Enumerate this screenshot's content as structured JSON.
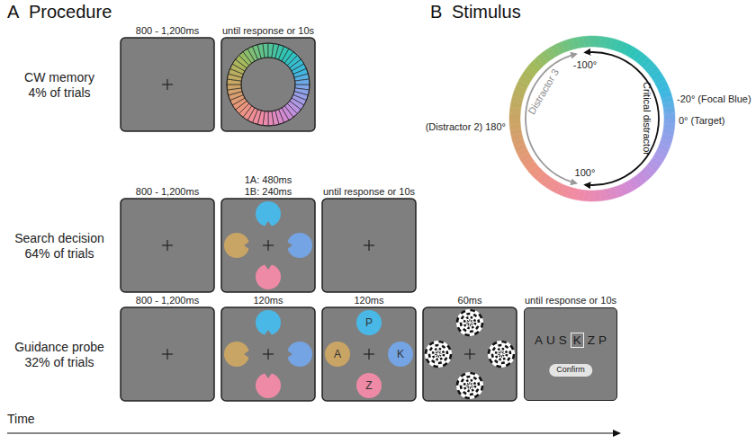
{
  "diagram": {
    "nodes": [
      {
        "text": [
          "P"
        ]
      },
      {
        "text": [
          "A"
        ]
      },
      {
        "text": [
          "K"
        ]
      },
      {
        "text": [
          "Z"
        ]
      },
      {
        "text": [
          "A",
          "U",
          "S",
          "K",
          "Z",
          "P"
        ]
      },
      {
        "text": [
          "Confirm"
        ],
        "in": 4
      }
    ],
    "labels": [
      "A",
      "Procedure",
      "B",
      "Stimulus",
      "CW memory",
      "4% of trials",
      "Search decision",
      "64% of trials",
      "Guidance probe",
      "32% of trials",
      "800 - 1,200ms",
      "until response or 10s",
      "800 - 1,200ms",
      "1A: 480ms",
      "1B: 240ms",
      "until response or 10s",
      "800 - 1,200ms",
      "120ms",
      "120ms",
      "60ms",
      "until response or 10s",
      "Time",
      "-100°",
      "-20° (Focal Blue)",
      "0° (Target)",
      "(Distractor 2) 180°",
      "100°",
      "Critical distractor",
      "Distractor 3"
    ]
  }
}
